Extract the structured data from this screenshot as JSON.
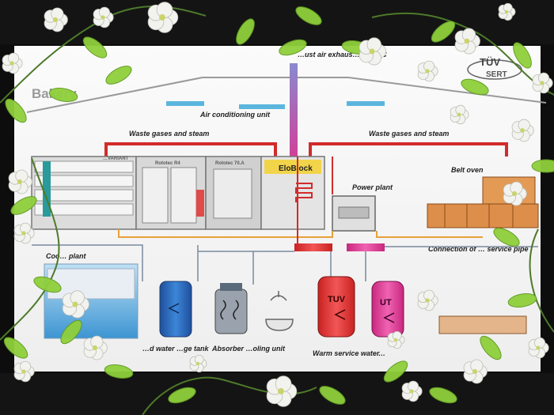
{
  "brand": {
    "name": "Bakery",
    "logo_text": "TÜV",
    "logo_sub": "SERT"
  },
  "labels": {
    "top_exhaust": "…ust air exhaus…  …50 °C",
    "air_conditioning": "Air conditioning unit",
    "waste_gases_left": "Waste gases and steam",
    "waste_gases_right": "Waste gases and steam",
    "belt_oven": "Belt oven",
    "power_plant": "Power plant",
    "connection_service": "Connection of … service pipe",
    "cooling_plant": "Coo… plant",
    "cold_water_tank": "…d water …ge tank",
    "absorber": "Absorber …oling unit",
    "warm_service_water": "Warm service water",
    "ut_label": "…",
    "rack_oven_1": "…VARIANT",
    "rack_oven_2": "Rototec R4",
    "rack_oven_3": "Rototec 70.A",
    "deck_oven": "EloBlock",
    "tank_tuv": "TUV",
    "tank_ut": "UT"
  },
  "colors": {
    "hot_pipe": "#d22b2b",
    "supply_pipe": "#e8a13a",
    "water_pipe": "#4a8fc9",
    "exhaust": "#b54aa0",
    "tank_blue": "#2f6fc0",
    "tank_red": "#e33a3a",
    "tank_pink": "#e0449a",
    "leaf": "#8fcf3b",
    "flower": "#f2f2ef"
  }
}
